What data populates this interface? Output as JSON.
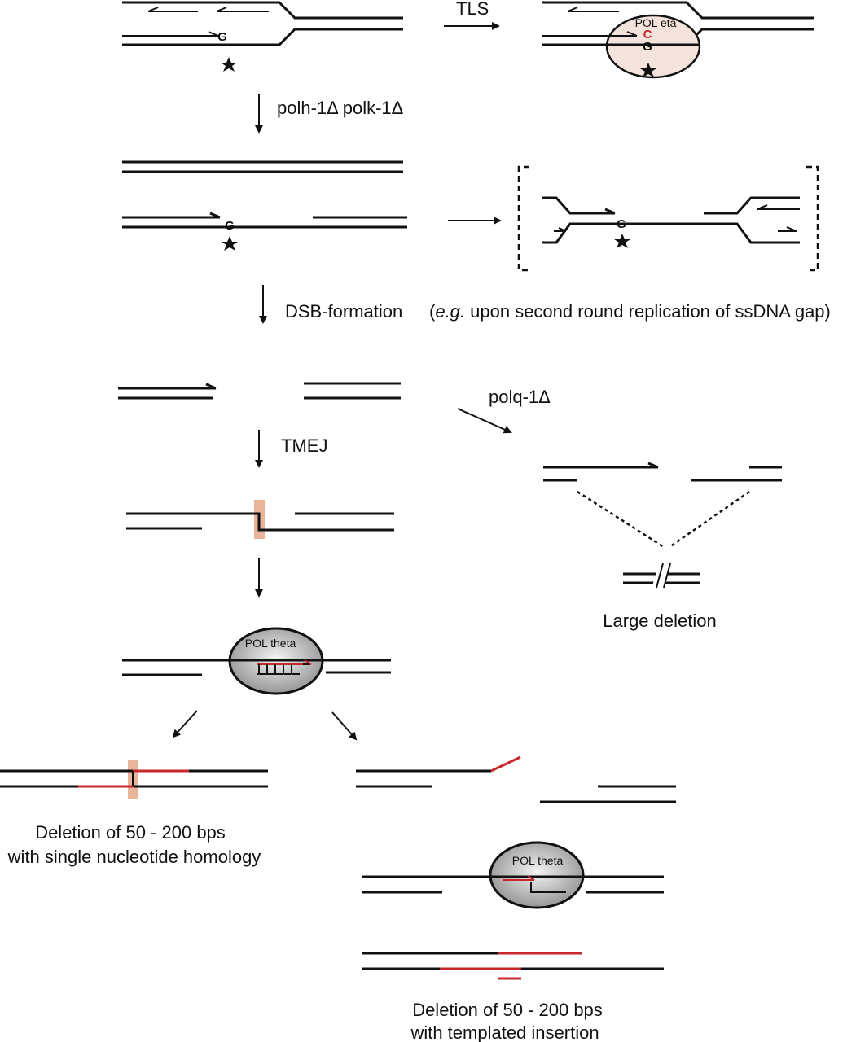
{
  "labels": {
    "tls": "TLS",
    "polh_polk": "polh-1Δ polk-1Δ",
    "dsb": "DSB-formation",
    "note_prefix": "(",
    "note_italic": "e.g.",
    "note_rest": " upon second round replication of ssDNA gap)",
    "polq": "polq-1Δ",
    "tmej": "TMEJ",
    "large_deletion": "Large deletion",
    "outcome1_line1": "Deletion of 50 - 200 bps",
    "outcome1_line2": "with single nucleotide homology",
    "outcome2_line1": "Deletion of 50 - 200 bps",
    "outcome2_line2": "with templated insertion"
  },
  "enzymes": {
    "pol_eta": "POL eta",
    "pol_theta_1": "POL theta",
    "pol_theta_2": "POL theta"
  },
  "bases": {
    "g1": "G",
    "c_inserted": "C",
    "g2": "G",
    "g3": "G",
    "g4": "G"
  },
  "colors": {
    "strand": "#111111",
    "synthesis_red": "#c8282c",
    "highlight": "#e8b49a",
    "pol_eta_fill": "#f4e3dc",
    "pol_theta_fill": "#c9c9c9"
  }
}
